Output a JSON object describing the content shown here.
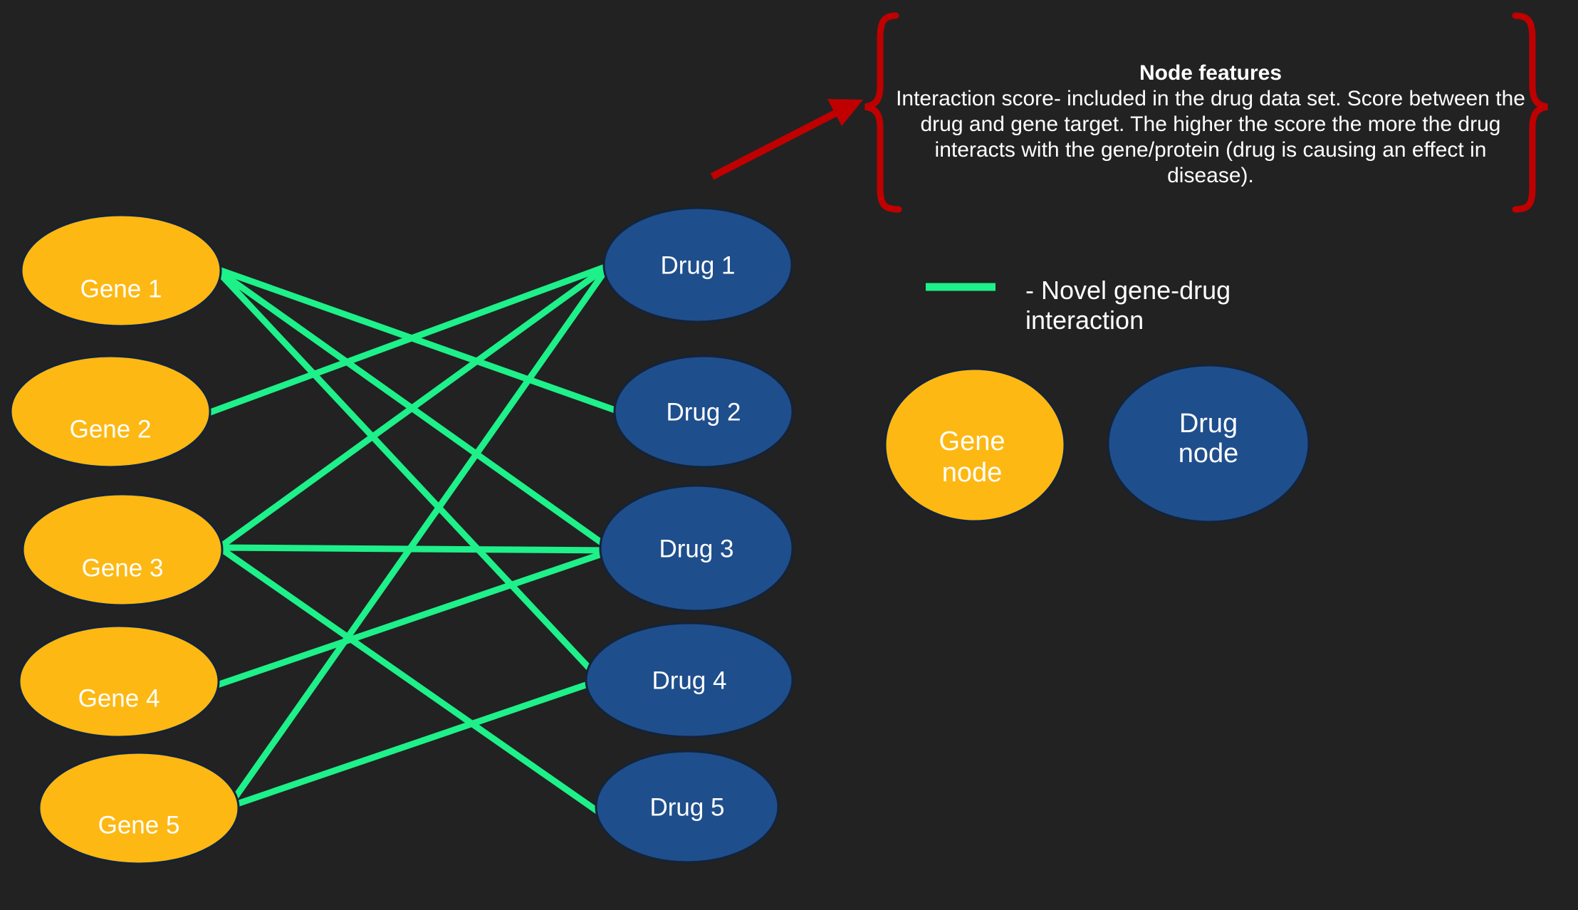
{
  "colors": {
    "background": "#222222",
    "gene_fill": "#FDB813",
    "drug_fill": "#1F4E8C",
    "node_stroke": "#142338",
    "edge": "#1EF08A",
    "arrow": "#C00000",
    "brace": "#C00000",
    "text": "#FFFFFF"
  },
  "genes": [
    {
      "id": "g1",
      "label": "Gene 1"
    },
    {
      "id": "g2",
      "label": "Gene 2"
    },
    {
      "id": "g3",
      "label": "Gene 3"
    },
    {
      "id": "g4",
      "label": "Gene 4"
    },
    {
      "id": "g5",
      "label": "Gene 5"
    }
  ],
  "drugs": [
    {
      "id": "d1",
      "label": "Drug 1"
    },
    {
      "id": "d2",
      "label": "Drug 2"
    },
    {
      "id": "d3",
      "label": "Drug 3"
    },
    {
      "id": "d4",
      "label": "Drug 4"
    },
    {
      "id": "d5",
      "label": "Drug 5"
    }
  ],
  "edges": [
    [
      "g1",
      "d2"
    ],
    [
      "g1",
      "d3"
    ],
    [
      "g1",
      "d4"
    ],
    [
      "g2",
      "d1"
    ],
    [
      "g3",
      "d1"
    ],
    [
      "g3",
      "d3"
    ],
    [
      "g3",
      "d5"
    ],
    [
      "g4",
      "d3"
    ],
    [
      "g5",
      "d1"
    ],
    [
      "g5",
      "d4"
    ]
  ],
  "node_features": {
    "title": "Node features",
    "description": "Interaction score- included in the drug data set. Score between the drug and gene target. The higher the score the more the drug interacts with the gene/protein (drug is causing an effect in disease)."
  },
  "legend": {
    "edge_label": "- Novel gene-drug interaction",
    "gene_node_label": "Gene node",
    "drug_node_label": "Drug node"
  }
}
